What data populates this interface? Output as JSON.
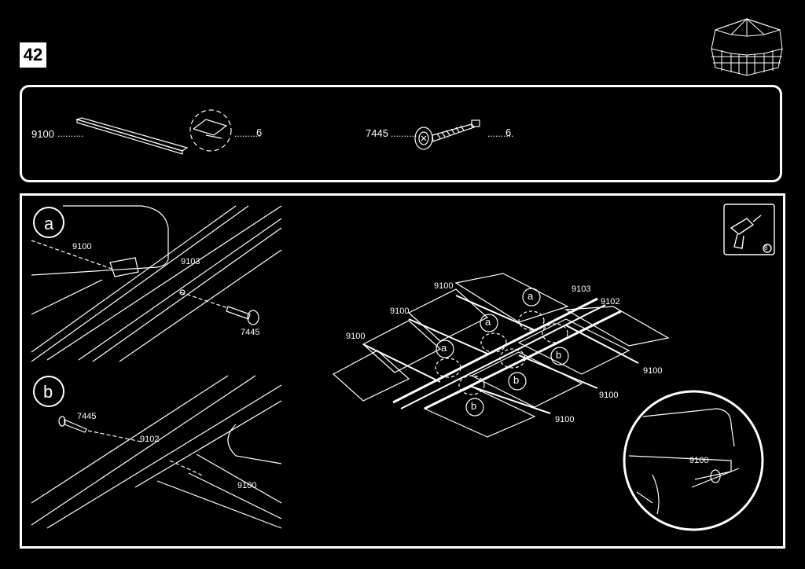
{
  "step_number": "42",
  "parts": [
    {
      "code": "9100",
      "dots": "..........",
      "qty_dots": "..........",
      "qty": "6"
    },
    {
      "code": "7445",
      "dots": "..........",
      "qty_dots": "..........",
      "qty": "6"
    }
  ],
  "detail_a": {
    "label": "a",
    "parts": [
      "9100",
      "9103",
      "7445"
    ]
  },
  "detail_b": {
    "label": "b",
    "parts": [
      "7445",
      "9102",
      "9100"
    ]
  },
  "overview": {
    "left_labels": [
      "9100",
      "9100",
      "9100"
    ],
    "right_labels": [
      "9100",
      "9100",
      "9100"
    ],
    "beam_labels": [
      "9103",
      "9102"
    ],
    "callouts_a": [
      "a",
      "a",
      "a"
    ],
    "callouts_b": [
      "b",
      "b",
      "b"
    ]
  },
  "zoom_label": "9100",
  "drill_badge": "8"
}
